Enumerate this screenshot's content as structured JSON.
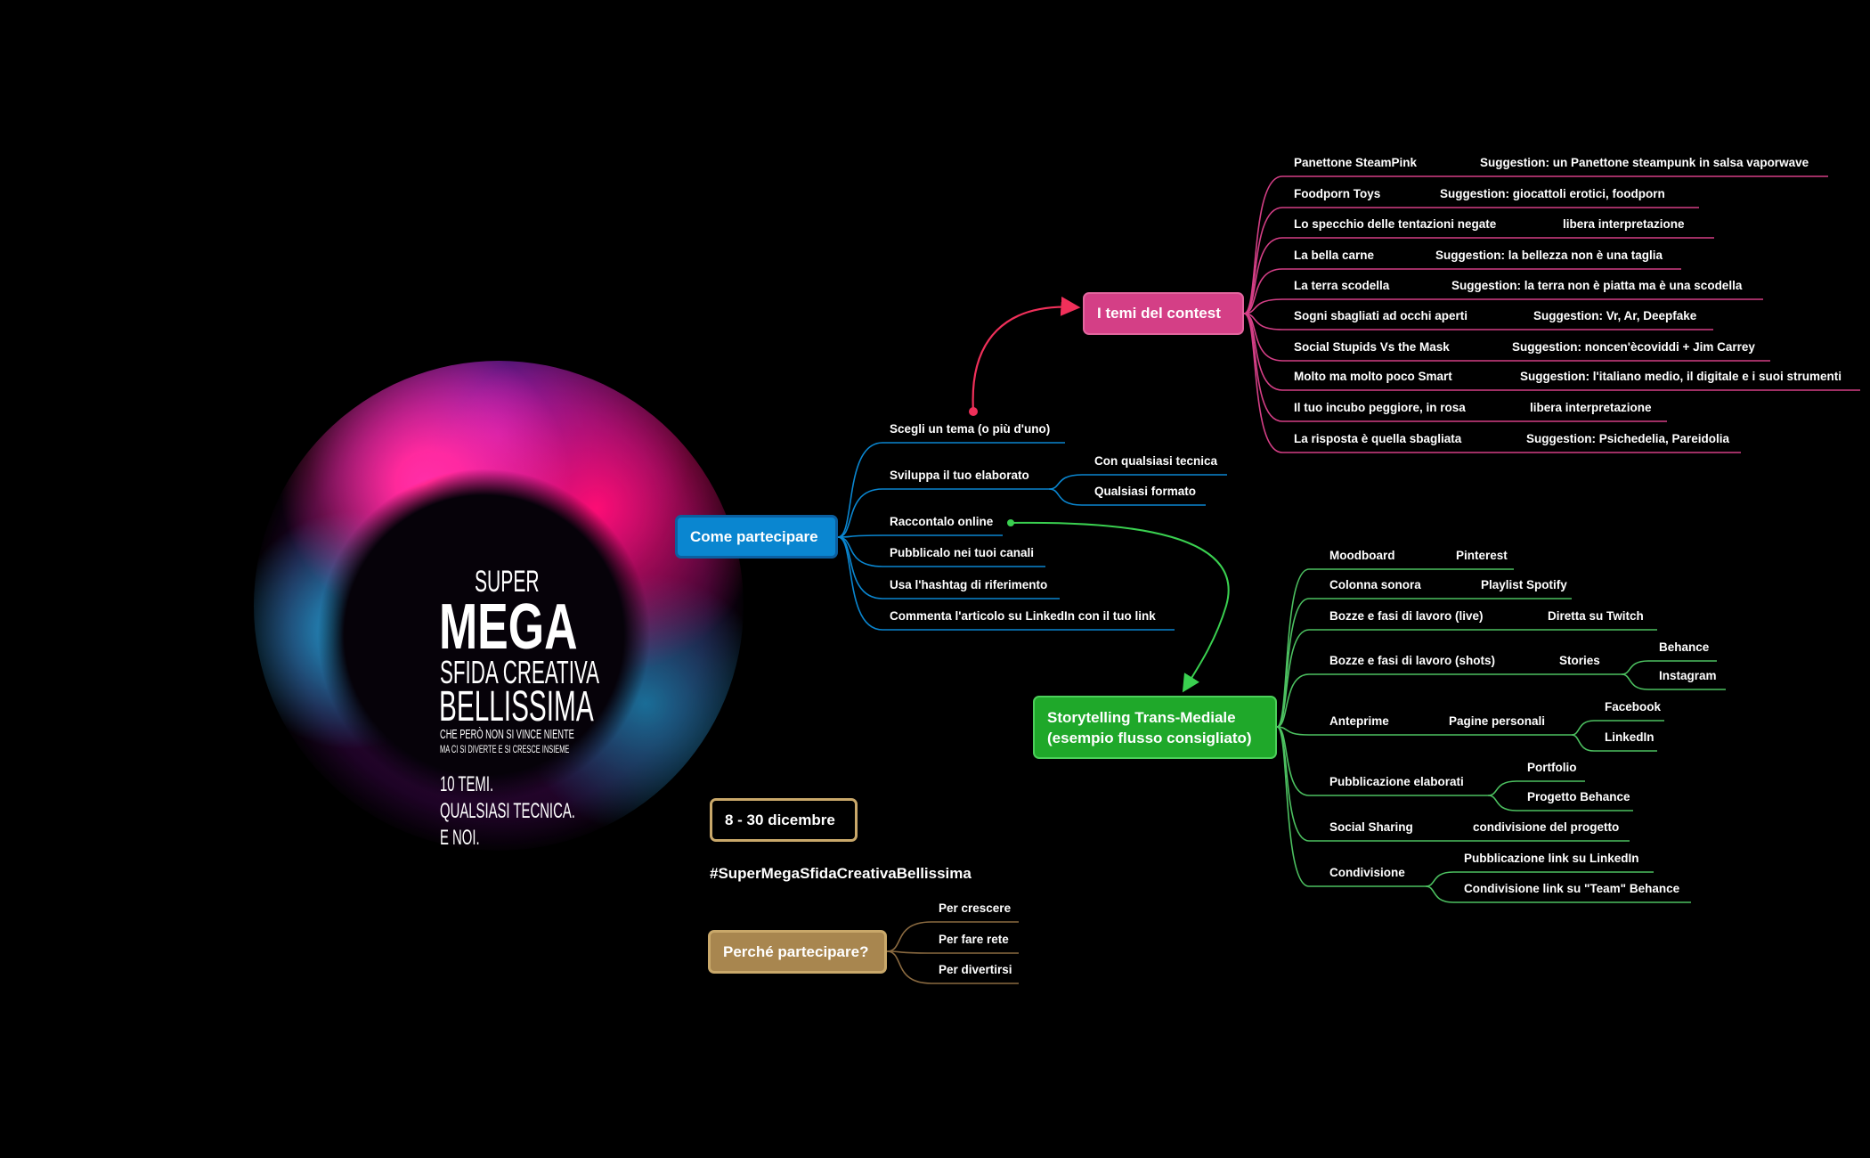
{
  "poster": {
    "line1": "SUPER",
    "line2": "MEGA",
    "line3": "SFIDA CREATIVA",
    "line4": "BELLISSIMA",
    "line5": "CHE PERÒ NON SI VINCE NIENTE",
    "line6": "MA CI SI DIVERTE E SI CRESCE INSIEME",
    "tag1": "10 TEMI.",
    "tag2": "QUALSIASI TECNICA.",
    "tag3": "E NOI."
  },
  "colors": {
    "temi": "#d43f86",
    "come": "#0a86d0",
    "story": "#1fa82a",
    "perche": "#a8864f",
    "date_border": "#c9a86a"
  },
  "temi": {
    "title": "I temi del contest",
    "items": [
      {
        "label": "Panettone SteamPink",
        "note": "Suggestion: un Panettone steampunk in salsa vaporwave"
      },
      {
        "label": "Foodporn Toys",
        "note": "Suggestion: giocattoli erotici, foodporn"
      },
      {
        "label": "Lo specchio delle tentazioni negate",
        "note": "libera interpretazione"
      },
      {
        "label": "La bella carne",
        "note": "Suggestion: la bellezza non è una taglia"
      },
      {
        "label": "La terra scodella",
        "note": "Suggestion: la terra non è piatta ma è una scodella"
      },
      {
        "label": "Sogni sbagliati ad occhi aperti",
        "note": "Suggestion: Vr, Ar, Deepfake"
      },
      {
        "label": "Social Stupids Vs the Mask",
        "note": "Suggestion: noncen'ècoviddi + Jim Carrey"
      },
      {
        "label": "Molto ma molto poco Smart",
        "note": "Suggestion: l'italiano medio, il digitale e i suoi strumenti"
      },
      {
        "label": "Il tuo incubo peggiore, in rosa",
        "note": "libera interpretazione"
      },
      {
        "label": "La risposta è quella sbagliata",
        "note": "Suggestion: Psichedelia, Pareidolia"
      }
    ]
  },
  "come": {
    "title": "Come partecipare",
    "items": [
      {
        "label": "Scegli un tema (o più d'uno)"
      },
      {
        "label": "Sviluppa il tuo elaborato",
        "children": [
          "Con qualsiasi tecnica",
          "Qualsiasi formato"
        ]
      },
      {
        "label": "Raccontalo online"
      },
      {
        "label": "Pubblicalo nei tuoi canali"
      },
      {
        "label": "Usa l'hashtag di riferimento"
      },
      {
        "label": "Commenta l'articolo su LinkedIn con il tuo link"
      }
    ]
  },
  "story": {
    "title_line1": "Storytelling Trans-Mediale",
    "title_line2": "(esempio flusso consigliato)",
    "items": [
      {
        "label": "Moodboard",
        "note": "Pinterest"
      },
      {
        "label": "Colonna sonora",
        "note": "Playlist Spotify"
      },
      {
        "label": "Bozze e fasi di lavoro (live)",
        "note": "Diretta su Twitch"
      },
      {
        "label": "Bozze e fasi di lavoro (shots)",
        "note": "Stories",
        "children": [
          "Behance",
          "Instagram"
        ]
      },
      {
        "label": "Anteprime",
        "note": "Pagine personali",
        "children": [
          "Facebook",
          "LinkedIn"
        ]
      },
      {
        "label": "Pubblicazione elaborati",
        "children": [
          "Portfolio",
          "Progetto Behance"
        ]
      },
      {
        "label": "Social Sharing",
        "note": "condivisione del progetto"
      },
      {
        "label": "Condivisione",
        "children": [
          "Pubblicazione link su LinkedIn",
          "Condivisione link su \"Team\" Behance"
        ]
      }
    ]
  },
  "date": "8 - 30 dicembre",
  "hashtag": "#SuperMegaSfidaCreativaBellissima",
  "perche": {
    "title": "Perché partecipare?",
    "items": [
      "Per crescere",
      "Per fare rete",
      "Per divertirsi"
    ]
  }
}
